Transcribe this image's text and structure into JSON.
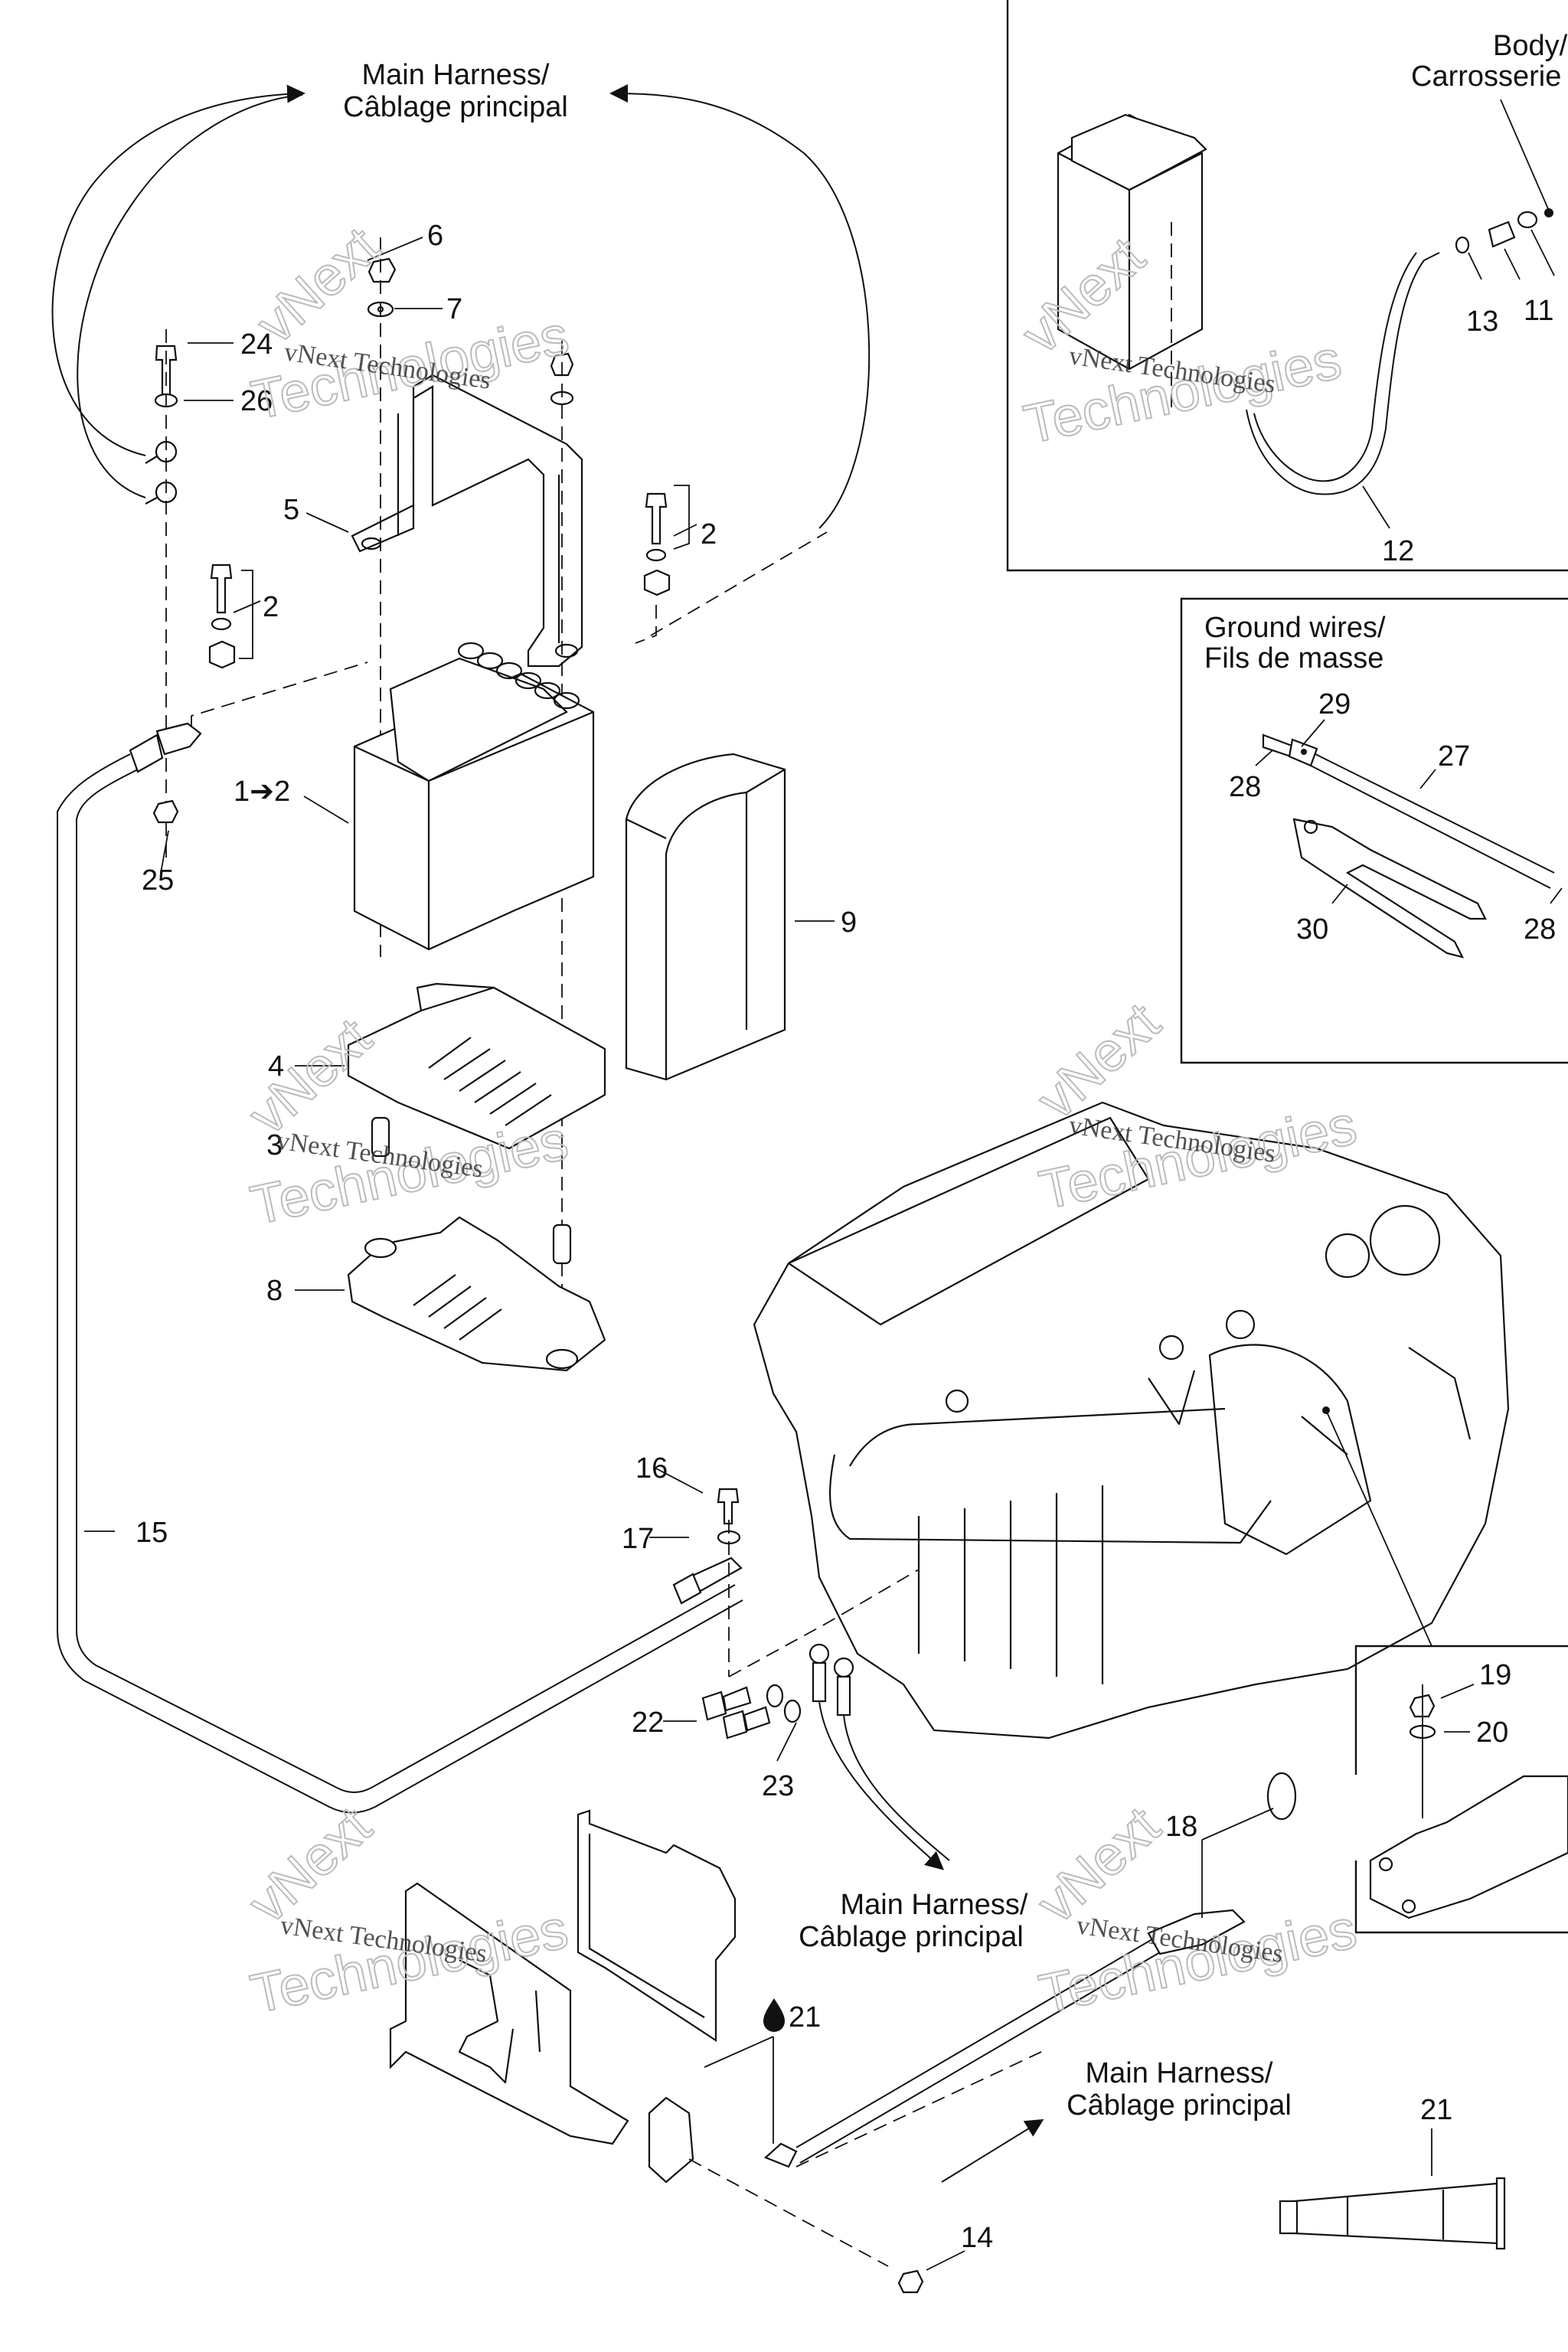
{
  "diagram": {
    "title": "Battery and Electrical Ground Connections - Exploded Parts View",
    "harness_labels": {
      "top": [
        "Main Harness/",
        "Câblage principal"
      ],
      "middle": [
        "Main Harness/",
        "Câblage principal"
      ],
      "bottom_right": [
        "Main Harness/",
        "Câblage principal"
      ]
    },
    "insets": {
      "battery_vent": {
        "label": [
          "Body/",
          "Carrosserie"
        ],
        "callouts": [
          "11",
          "12",
          "13"
        ]
      },
      "ground_wires": {
        "title": [
          "Ground wires/",
          "Fils de masse"
        ],
        "callouts": [
          "27",
          "28",
          "29",
          "28",
          "30"
        ]
      },
      "starter": {
        "callouts": [
          "19",
          "20"
        ]
      },
      "dielectric_grease": {
        "callouts": [
          "21"
        ]
      }
    },
    "callouts": {
      "c1_2": "1➔2",
      "c2a": "2",
      "c2b": "2",
      "c3": "3",
      "c4": "4",
      "c5": "5",
      "c6": "6",
      "c7": "7",
      "c8": "8",
      "c9": "9",
      "c14": "14",
      "c15": "15",
      "c16": "16",
      "c17": "17",
      "c18": "18",
      "c21": "21",
      "c22": "22",
      "c23": "23",
      "c24": "24",
      "c25": "25",
      "c26": "26"
    },
    "icons": {
      "grease_drop": "drop-icon",
      "arrow_cross_reference": "arrow-right-icon"
    },
    "watermark": {
      "serif": "vNext Technologies",
      "outline_line1": "vNext",
      "outline_line2": "Technologies"
    }
  }
}
